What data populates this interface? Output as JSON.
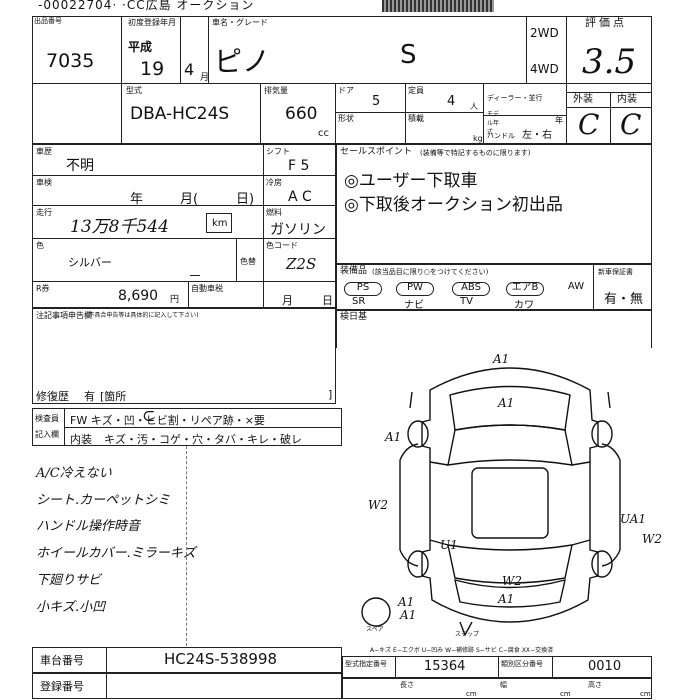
{
  "header": {
    "top_strip": "-00022704·  ·CC広島 オークション"
  },
  "lot": {
    "number": "7035"
  },
  "registration": {
    "label": "初度登録年月",
    "era": "平成",
    "year": "19",
    "month": "4",
    "month_unit": "月"
  },
  "vehicle": {
    "name_label": "車名・グレード",
    "name": "ピノ",
    "grade": "S",
    "drive_2wd": "2WD",
    "drive_4wd": "4WD",
    "model_label": "型式",
    "model": "DBA-HC24S",
    "displacement_label": "排気量",
    "displacement": "660",
    "cc_unit": "cc",
    "doors_label": "ドア",
    "doors": "5",
    "capacity_label": "定員",
    "capacity": "4",
    "person_unit": "人",
    "dealer_label": "ディーラー・並行",
    "shape_label": "形状",
    "load_label": "積載",
    "kg_unit": "kg",
    "model_year_label": "モデル年式",
    "model_year_unit": "年",
    "handle_label": "ハンドル",
    "handle_options": "左・右"
  },
  "score": {
    "label": "評価点",
    "value": "3.5",
    "exterior_label": "外装",
    "interior_label": "内装",
    "exterior": "C",
    "interior": "C"
  },
  "history": {
    "label": "車歴",
    "value": "不明"
  },
  "inspection": {
    "label": "車検",
    "year_unit": "年",
    "month_unit": "月(",
    "day_unit": "日)"
  },
  "mileage": {
    "label": "走行",
    "value": "13万8千544",
    "unit": "km"
  },
  "shift": {
    "label": "シフト",
    "value": "F 5"
  },
  "aircon": {
    "label": "冷房",
    "value": "A C"
  },
  "fuel": {
    "label": "燃料",
    "value": "ガソリン"
  },
  "color": {
    "label": "色",
    "value": "シルバー",
    "replace_label": "色替",
    "code_label": "色コード",
    "code": "Z2S"
  },
  "recycle": {
    "label": "R券",
    "value": "8,690",
    "unit": "円",
    "tax_label": "自動車税",
    "tax_month_unit": "月",
    "tax_day_unit": "日"
  },
  "notes": {
    "label": "注記事項申告欄",
    "sublabel": "(不具合申告等は具体的に記入して下さい)",
    "repair_label": "修復歴",
    "repair_value": "有",
    "repair_location": "[箇所",
    "repair_close": "]"
  },
  "sales_point": {
    "label": "セールスポイント",
    "sublabel": "(装備等で特記するものに限ります)",
    "line1": "◎ユーザー下取車",
    "line2": "◎下取後オークション初出品"
  },
  "equipment": {
    "label": "装備品",
    "sublabel": "(該当品目に限り○をつけてください)",
    "items": [
      {
        "top": "PS",
        "bottom": "SR"
      },
      {
        "top": "PW",
        "bottom": "ナビ"
      },
      {
        "top": "ABS",
        "bottom": "TV"
      },
      {
        "top": "エアB",
        "bottom": "カワ"
      },
      {
        "top": "AW",
        "bottom": ""
      }
    ],
    "warranty_label": "新車保証書",
    "warranty_value": "有・無"
  },
  "inspector": {
    "label": "検査員",
    "sub": "記入欄",
    "row1": "FW キズ・凹・ヒビ割・リペア跡・×要",
    "row2_label": "内装",
    "row2": "キズ・汚・コゲ・穴・タバ・キレ・破レ"
  },
  "diagram_label": "検日基",
  "handwritten_notes": [
    "A/C冷えない",
    "シート.カーペットシミ",
    "ハンドル操作時音",
    "ホイールカバー.ミラーキズ",
    "下廻りサビ",
    "小キズ.小凹"
  ],
  "damage_marks": [
    "A1",
    "A1",
    "A1",
    "W2",
    "U1",
    "UA1",
    "W2",
    "W2",
    "A1",
    "A1",
    "A1"
  ],
  "legend": "A−キズ  E−エクボ  U−凹み  W−補修跡  S−サビ  C−腐食  XX−交換済",
  "chassis": {
    "label": "車台番号",
    "value": "HC24S-538998"
  },
  "type_number": {
    "label": "型式指定番号",
    "value": "15364",
    "class_label": "類別区分番号",
    "class_value": "0010"
  },
  "plate": {
    "label": "登録番号",
    "length_label": "長さ",
    "width_label": "幅",
    "height_label": "高さ",
    "cm": "cm"
  },
  "spare_label": "スペア",
  "sill_label": "ステップ"
}
